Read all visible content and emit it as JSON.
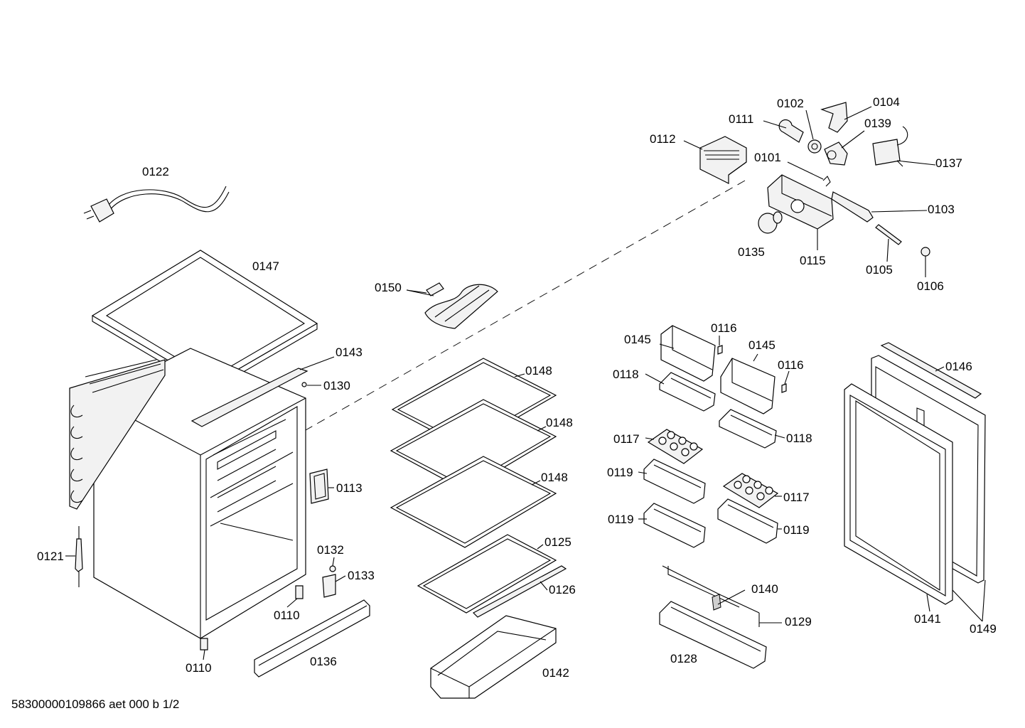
{
  "labels": {
    "l0102": "0102",
    "l0104": "0104",
    "l0111": "0111",
    "l0139": "0139",
    "l0112": "0112",
    "l0137": "0137",
    "l0101": "0101",
    "l0103": "0103",
    "l0135": "0135",
    "l0115": "0115",
    "l0105": "0105",
    "l0106": "0106",
    "l0122": "0122",
    "l0147": "0147",
    "l0150": "0150",
    "l0143": "0143",
    "l0130": "0130",
    "l0148a": "0148",
    "l0148b": "0148",
    "l0148c": "0148",
    "l0145a": "0145",
    "l0116a": "0116",
    "l0145b": "0145",
    "l0116b": "0116",
    "l0118a": "0118",
    "l0118b": "0118",
    "l0117a": "0117",
    "l0117b": "0117",
    "l0119a": "0119",
    "l0119b": "0119",
    "l0119c": "0119",
    "l0146": "0146",
    "l0113": "0113",
    "l0121": "0121",
    "l0132": "0132",
    "l0133": "0133",
    "l0110a": "0110",
    "l0110b": "0110",
    "l0125": "0125",
    "l0126": "0126",
    "l0136": "0136",
    "l0142": "0142",
    "l0140": "0140",
    "l0129": "0129",
    "l0128": "0128",
    "l0141": "0141",
    "l0149": "0149"
  },
  "footer": "58300000109866 aet 000 b 1/2"
}
